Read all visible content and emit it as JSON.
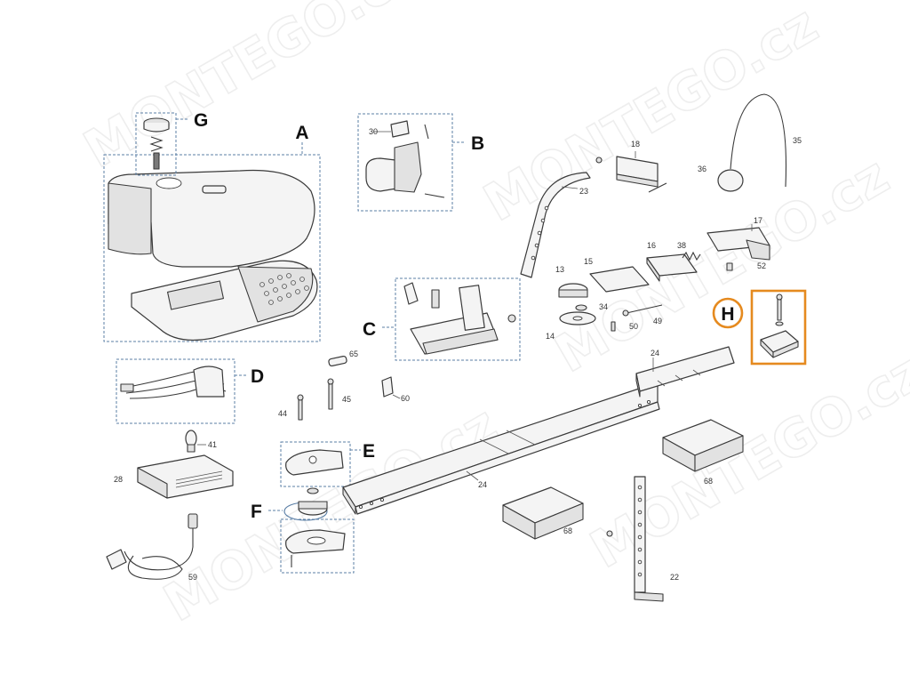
{
  "letters": {
    "A": "A",
    "B": "B",
    "C": "C",
    "D": "D",
    "E": "E",
    "F": "F",
    "G": "G",
    "H": "H"
  },
  "part_numbers": {
    "p13": "13",
    "p14": "14",
    "p15": "15",
    "p16": "16",
    "p17": "17",
    "p18": "18",
    "p22": "22",
    "p23": "23",
    "p24a": "24",
    "p24b": "24",
    "p28": "28",
    "p30": "30",
    "p34": "34",
    "p35": "35",
    "p36": "36",
    "p38": "38",
    "p41": "41",
    "p44": "44",
    "p45": "45",
    "p49": "49",
    "p50": "50",
    "p52": "52",
    "p59": "59",
    "p60": "60",
    "p65": "65",
    "p68a": "68",
    "p68b": "68"
  },
  "watermark": "MONTEGO.cz",
  "colors": {
    "highlight": "#e58a1f",
    "group_box": "#5b7fa6",
    "line": "#3a3a3a"
  }
}
